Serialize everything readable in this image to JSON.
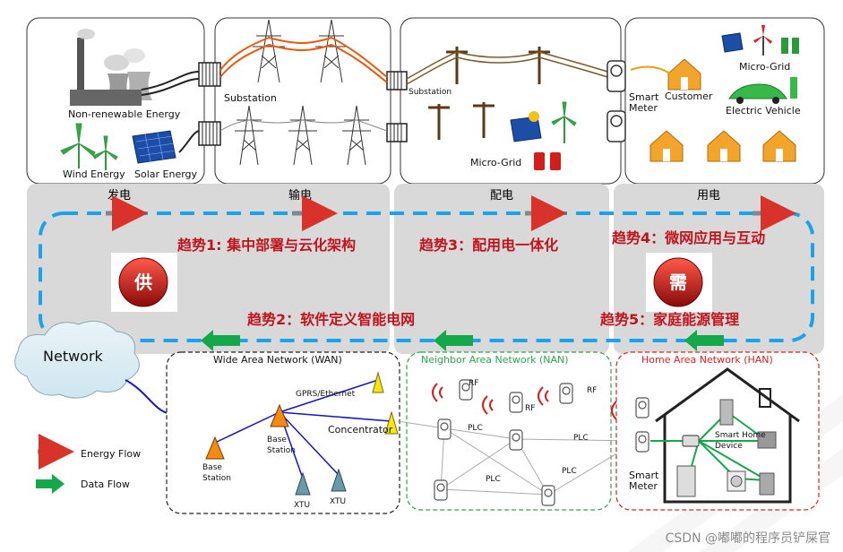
{
  "generation": {
    "non_renewable": "Non-renewable Energy",
    "wind": "Wind Energy",
    "solar": "Solar Energy"
  },
  "transmission": {
    "substation": "Substation"
  },
  "distribution": {
    "substation": "Substation",
    "micro_grid": "Micro-Grid"
  },
  "consumption": {
    "smart_meter": "Smart Meter",
    "customer": "Customer",
    "micro_grid": "Micro-Grid",
    "electric_vehicle": "Electric Vehicle"
  },
  "stages": {
    "generate": "发电",
    "transmit": "输电",
    "distribute": "配电",
    "consume": "用电"
  },
  "trends": {
    "t1": "趋势1: 集中部署与云化架构",
    "t2": "趋势2：软件定义智能电网",
    "t3": "趋势3：配用电一体化",
    "t4": "趋势4：微网应用与互动",
    "t5": "趋势5：家庭能源管理"
  },
  "badges": {
    "supply": "供",
    "demand": "需"
  },
  "network": {
    "cloud": "Network",
    "wan_title": "Wide Area Network (WAN)",
    "nan_title": "Neighbor Area  Network (NAN)",
    "han_title": "Home Area Network (HAN)",
    "gprs": "GPRS/Ethernet",
    "base_station": "Base Station",
    "concentrator": "Concentrator",
    "xtu": "XTU",
    "rf": "RF",
    "plc": "PLC",
    "smart_home_device": "Smart Home Device",
    "smart_meter": "Smart Meter"
  },
  "legend": {
    "energy_flow": "Energy Flow",
    "data_flow": "Data Flow"
  },
  "watermark": "CSDN @嘟嘟的程序员铲屎官",
  "colors": {
    "trend_red": "#c0141c",
    "dash_blue": "#1aa3e8",
    "data_green": "#14a84a",
    "energy_gray": "#7a8a8e",
    "wan_line": "#1414c8",
    "han_border": "#e02020",
    "nan_border": "#2aa84a"
  }
}
